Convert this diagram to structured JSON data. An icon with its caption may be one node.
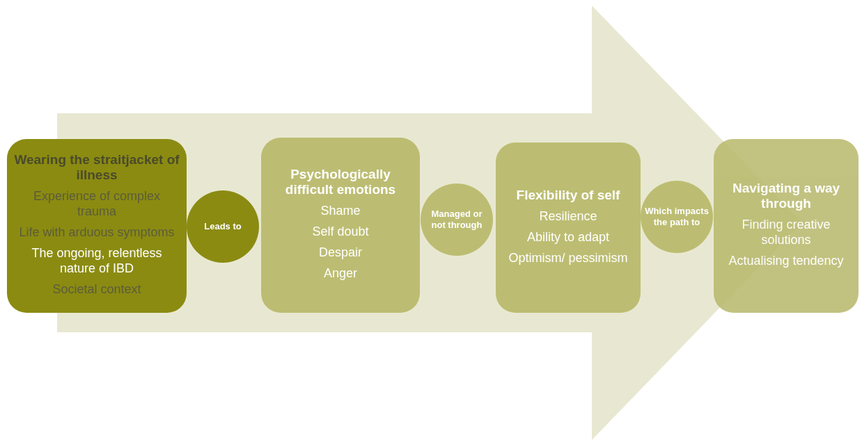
{
  "diagram": {
    "nodes": [
      {
        "text": [
          "Wearing the straitjacket of illness",
          "Experience of complex trauma",
          "Life with arduous symptoms",
          "The ongoing, relentless nature of IBD",
          "Societal context"
        ]
      },
      {
        "text": [
          "Leads to"
        ]
      },
      {
        "text": [
          "Psychologically difficult emotions",
          "Shame",
          "Self doubt",
          "Despair",
          "Anger"
        ]
      },
      {
        "text": [
          "Managed or not through"
        ]
      },
      {
        "text": [
          "Flexibility of self",
          "Resilience",
          "Ability to adapt",
          "Optimism/ pessimism"
        ]
      },
      {
        "text": [
          "Which impacts the path to"
        ]
      },
      {
        "text": [
          "Navigating a way through",
          "Finding creative solutions",
          "Actualising tendency"
        ]
      }
    ],
    "edges": [
      {
        "from": 0,
        "to": 6,
        "arrow": "to"
      }
    ]
  }
}
